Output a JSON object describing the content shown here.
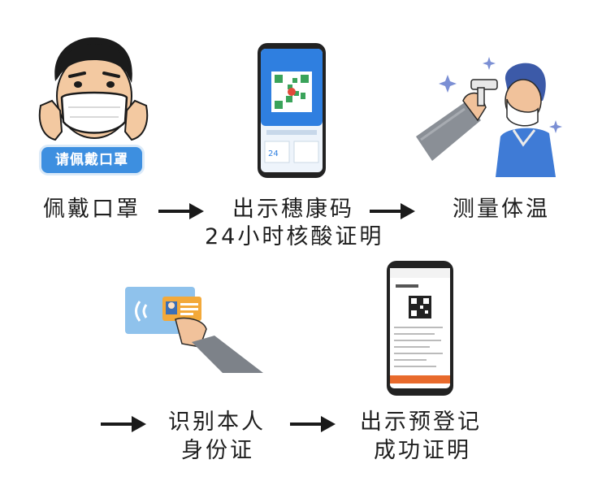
{
  "steps": {
    "mask": {
      "label": "佩戴口罩",
      "badge": "请佩戴口罩"
    },
    "health_code": {
      "line1": "出示穗康码",
      "line2": "24小时核酸证明"
    },
    "temperature": {
      "label": "测量体温"
    },
    "identity": {
      "line1": "识别本人",
      "line2": "身份证"
    },
    "registration": {
      "line1": "出示预登记",
      "line2": "成功证明"
    }
  },
  "icons": {
    "mask": "person-wearing-mask-icon",
    "phone_code": "phone-health-code-icon",
    "thermometer": "forehead-thermometer-icon",
    "id_card": "id-card-reader-icon",
    "phone_register": "phone-registration-icon"
  },
  "colors": {
    "badge": "#3d8fe0",
    "phone_blue": "#2f7fe0",
    "arrow": "#1a1a1a"
  }
}
